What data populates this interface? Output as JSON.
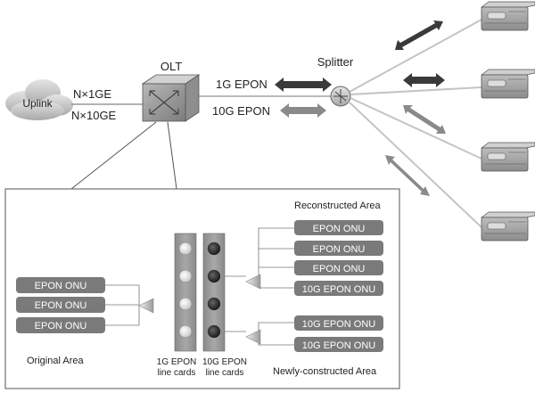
{
  "top": {
    "uplink": "Uplink",
    "link_1ge": "N×1GE",
    "link_10ge": "N×10GE",
    "olt": "OLT",
    "splitter": "Splitter",
    "epon_1g": "1G EPON",
    "epon_10g": "10G EPON"
  },
  "detail": {
    "reconstructed_area": "Reconstructed Area",
    "original_area": "Original Area",
    "newly_constructed_area": "Newly-constructed Area",
    "card_1g_line1": "1G EPON",
    "card_1g_line2": "line cards",
    "card_10g_line1": "10G EPON",
    "card_10g_line2": "line cards",
    "original_onus": [
      "EPON ONU",
      "EPON ONU",
      "EPON ONU"
    ],
    "reconstructed_onus": [
      "EPON ONU",
      "EPON ONU",
      "EPON ONU",
      "10G EPON ONU"
    ],
    "new_onus": [
      "10G EPON ONU",
      "10G EPON ONU"
    ]
  },
  "colors": {
    "arrow_dark": "#3a3a3a",
    "arrow_light": "#8a8a8a",
    "onu_box": "#7a7a7a",
    "device": "#9a9a9a"
  }
}
